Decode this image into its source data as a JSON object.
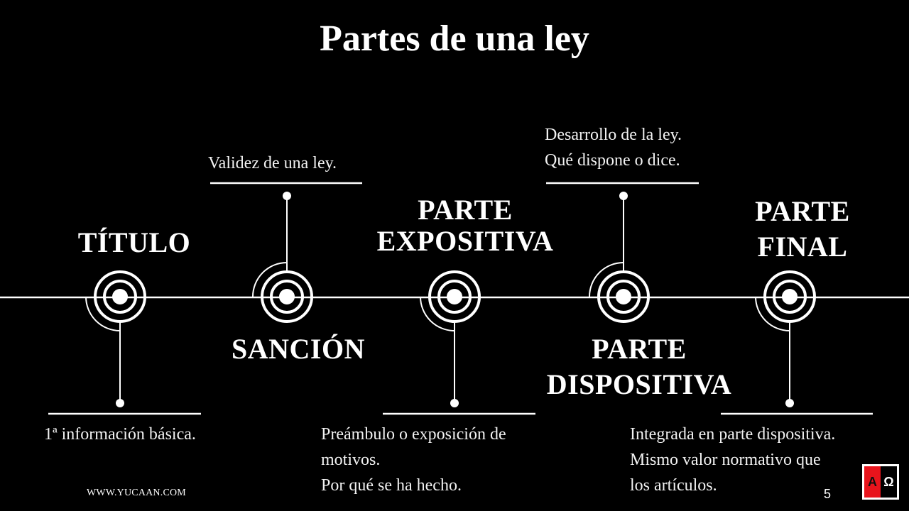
{
  "slide": {
    "title": "Partes de una ley",
    "footer_url": "WWW.YUCAAN.COM",
    "page_number": "5",
    "logo": {
      "left_glyph": "A",
      "right_glyph": "Ω",
      "left_color": "#e8141c",
      "right_color": "#000000"
    }
  },
  "timeline": {
    "line_color": "#ffffff",
    "nodes": [
      {
        "id": "titulo",
        "label_line1": "TÍTULO",
        "label_line2": "",
        "label_position": "above",
        "description_lines": [
          "1ª información básica."
        ],
        "description_position": "below"
      },
      {
        "id": "sancion",
        "label_line1": "SANCIÓN",
        "label_line2": "",
        "label_position": "below",
        "description_lines": [
          "Validez de una ley."
        ],
        "description_position": "above"
      },
      {
        "id": "parte-expositiva",
        "label_line1": "PARTE",
        "label_line2": "EXPOSITIVA",
        "label_position": "above",
        "description_lines": [
          "Preámbulo o exposición de",
          "motivos.",
          "Por qué se ha hecho."
        ],
        "description_position": "below"
      },
      {
        "id": "parte-dispositiva",
        "label_line1": "PARTE",
        "label_line2": "DISPOSITIVA",
        "label_position": "below",
        "description_lines": [
          "Desarrollo de la ley.",
          "Qué dispone o dice."
        ],
        "description_position": "above"
      },
      {
        "id": "parte-final",
        "label_line1": "PARTE",
        "label_line2": "FINAL",
        "label_position": "above",
        "description_lines": [
          "Integrada en parte dispositiva.",
          "Mismo valor normativo que",
          "los artículos."
        ],
        "description_position": "below"
      }
    ]
  }
}
